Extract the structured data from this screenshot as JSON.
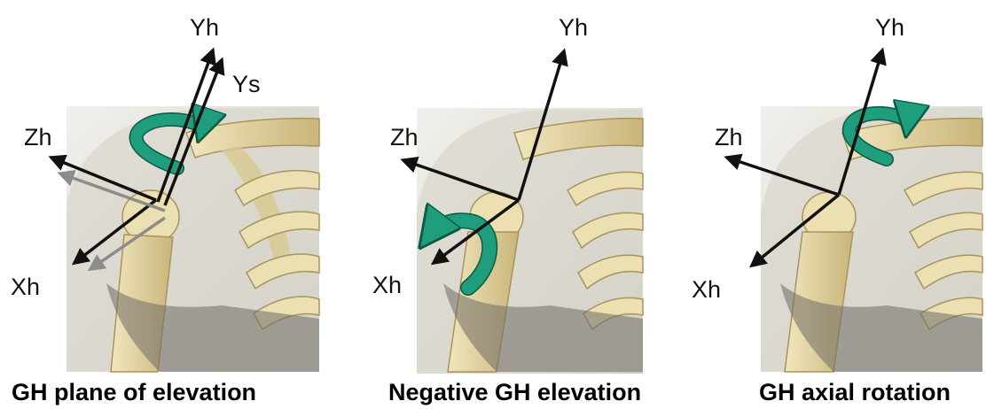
{
  "panels": [
    {
      "caption": "GH plane of elevation",
      "labels": {
        "yh": "Yh",
        "ys": "Ys",
        "zh": "Zh",
        "xh": "Xh"
      }
    },
    {
      "caption": "Negative GH elevation",
      "labels": {
        "yh": "Yh",
        "zh": "Zh",
        "xh": "Xh"
      }
    },
    {
      "caption": "GH axial rotation",
      "labels": {
        "yh": "Yh",
        "zh": "Zh",
        "xh": "Xh"
      }
    }
  ],
  "colors": {
    "axis": "#111111",
    "scapula_axis": "#8c8c8c",
    "rotation_arrow": "#1e9e7c",
    "bone": "#e6d8a6",
    "bone_shadow": "#b8a56c",
    "skin": "#e4e1da"
  }
}
